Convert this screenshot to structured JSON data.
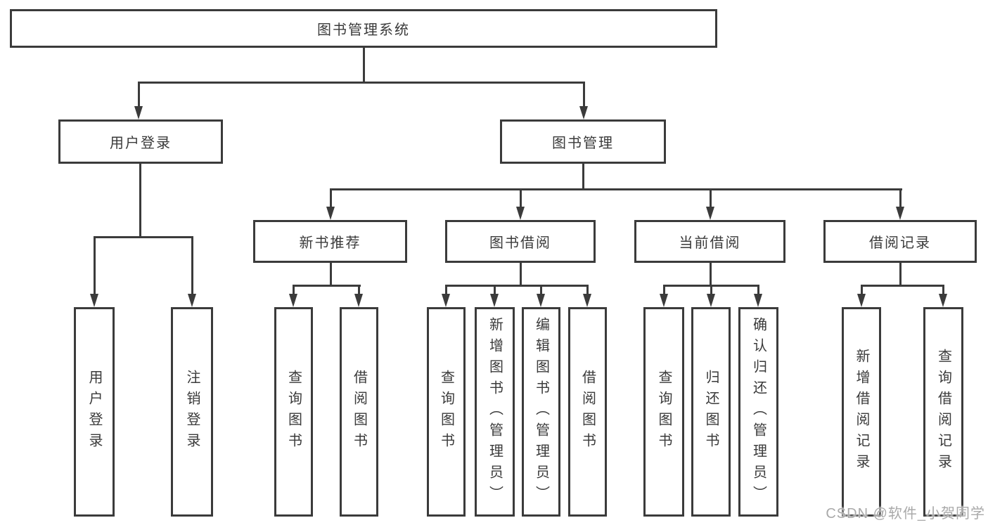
{
  "colors": {
    "line": "#3b3b3b",
    "text": "#3a3a3a",
    "background": "#ffffff",
    "watermark": "#a9a9a9"
  },
  "watermark": {
    "text": "CSDN @软件_小贺同学"
  },
  "tree": {
    "label": "图书管理系统",
    "children": [
      {
        "label": "用户登录",
        "children": [
          {
            "label": "用户登录"
          },
          {
            "label": "注销登录"
          }
        ]
      },
      {
        "label": "图书管理",
        "children": [
          {
            "label": "新书推荐",
            "children": [
              {
                "label": "查询图书"
              },
              {
                "label": "借阅图书"
              }
            ]
          },
          {
            "label": "图书借阅",
            "children": [
              {
                "label": "查询图书"
              },
              {
                "label": "新增图书（管理员）"
              },
              {
                "label": "编辑图书（管理员）"
              },
              {
                "label": "借阅图书"
              }
            ]
          },
          {
            "label": "当前借阅",
            "children": [
              {
                "label": "查询图书"
              },
              {
                "label": "归还图书"
              },
              {
                "label": "确认归还（管理员）"
              }
            ]
          },
          {
            "label": "借阅记录",
            "children": [
              {
                "label": "新增借阅记录"
              },
              {
                "label": "查询借阅记录"
              }
            ]
          }
        ]
      }
    ]
  }
}
